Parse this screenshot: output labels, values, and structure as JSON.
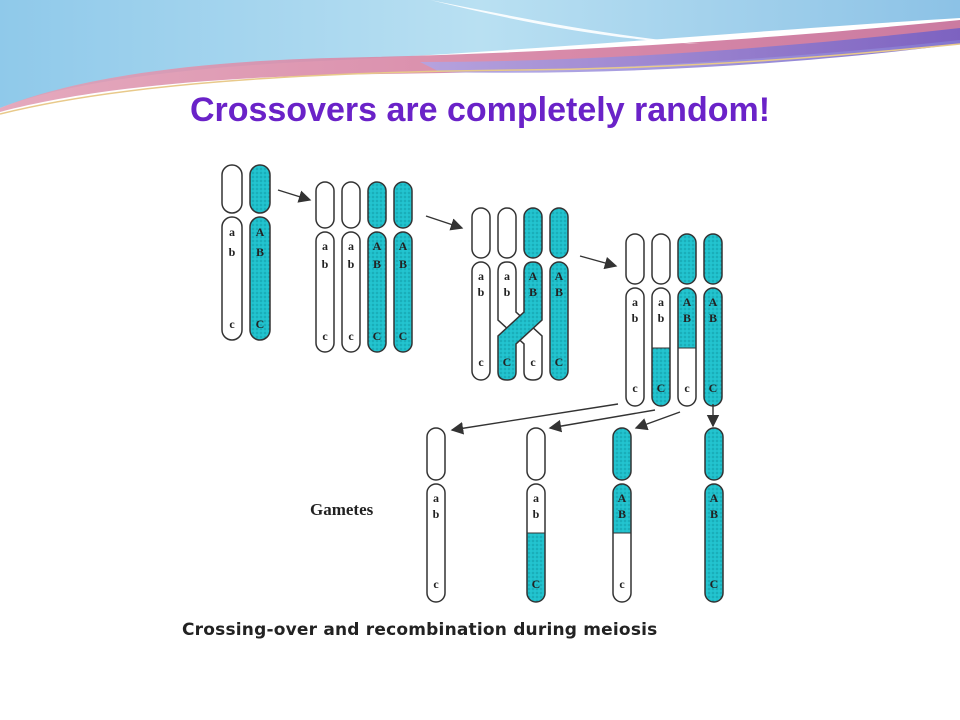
{
  "slide": {
    "title": "Crossovers are completely random!"
  },
  "diagram": {
    "gametes_label": "Gametes",
    "caption": "Crossing-over and recombination  during meiosis"
  },
  "colors": {
    "title": "#6a22c8",
    "chromatid_fill": "#20c0cc",
    "outline": "#333333",
    "header_purple": "#7e6ed0",
    "header_pink": "#d88aa8",
    "header_blue": "#9fd3ea"
  },
  "chromosomes": {
    "stage1": [
      {
        "fill": "white",
        "labels": [
          "a",
          "b",
          "c"
        ]
      },
      {
        "fill": "teal",
        "labels": [
          "A",
          "B",
          "C"
        ]
      }
    ],
    "stage2": [
      {
        "fill": "white",
        "labels": [
          "a",
          "b",
          "c"
        ]
      },
      {
        "fill": "white",
        "labels": [
          "a",
          "b",
          "c"
        ]
      },
      {
        "fill": "teal",
        "labels": [
          "A",
          "B",
          "C"
        ]
      },
      {
        "fill": "teal",
        "labels": [
          "A",
          "B",
          "C"
        ]
      }
    ],
    "stage3": [
      {
        "fill": "white",
        "labels": [
          "a",
          "b",
          "c"
        ]
      },
      {
        "fill": "white",
        "labels": [
          "a",
          "b",
          "C"
        ]
      },
      {
        "fill": "teal",
        "labels": [
          "A",
          "B",
          "c"
        ]
      },
      {
        "fill": "teal",
        "labels": [
          "A",
          "B",
          "C"
        ]
      }
    ],
    "stage4": [
      {
        "fill": "white",
        "labels": [
          "a",
          "b",
          "c"
        ]
      },
      {
        "fill": "white/teal",
        "labels": [
          "a",
          "b",
          "C"
        ]
      },
      {
        "fill": "teal/white",
        "labels": [
          "A",
          "B",
          "c"
        ]
      },
      {
        "fill": "teal",
        "labels": [
          "A",
          "B",
          "C"
        ]
      }
    ],
    "gametes": [
      {
        "fill": "white",
        "labels": [
          "a",
          "b",
          "c"
        ]
      },
      {
        "fill": "white/teal",
        "labels": [
          "a",
          "b",
          "C"
        ]
      },
      {
        "fill": "teal/white",
        "labels": [
          "A",
          "B",
          "c"
        ]
      },
      {
        "fill": "teal",
        "labels": [
          "A",
          "B",
          "C"
        ]
      }
    ]
  }
}
